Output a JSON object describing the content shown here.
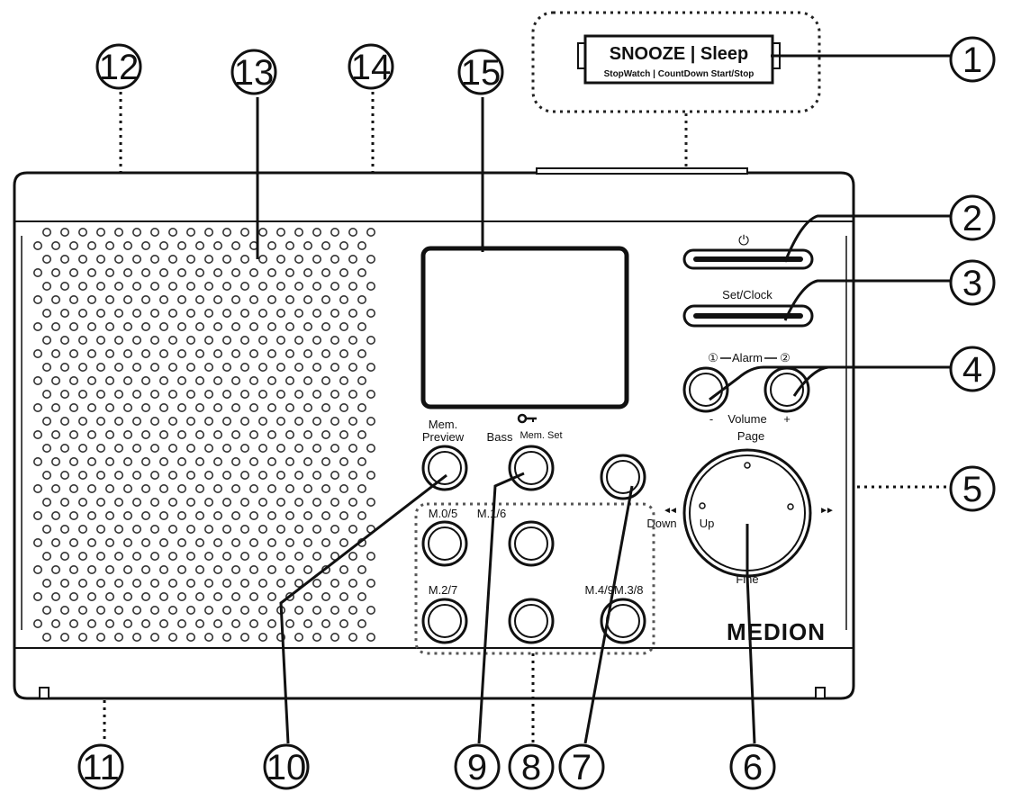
{
  "top_button": {
    "main_label": "SNOOZE | Sleep",
    "sub_label": "StopWatch | CountDown Start/Stop"
  },
  "buttons": {
    "power_symbol": "⏻",
    "set_clock": "Set/Clock",
    "alarm_1": "①",
    "alarm_word": "Alarm",
    "alarm_2": "②",
    "volume_minus": "-",
    "volume_word": "Volume",
    "volume_plus": "+",
    "mem_preview_line1": "Mem.",
    "mem_preview_line2": "Preview",
    "bass": "Bass",
    "mem_set": "Mem. Set",
    "page": "Page",
    "down": "Down",
    "up": "Up",
    "fine": "Fine",
    "m05": "M.0/5",
    "m16": "M.1/6",
    "m27": "M.2/7",
    "m49_m38": "M.4/9M.3/8",
    "rewind": "◄◄",
    "fast_forward": "►►"
  },
  "brand": "MEDION",
  "callouts": [
    "1",
    "2",
    "3",
    "4",
    "5",
    "6",
    "7",
    "8",
    "9",
    "10",
    "11",
    "12",
    "13",
    "14",
    "15"
  ],
  "colors": {
    "ink": "#111111",
    "paper": "#ffffff",
    "dots": "#333333"
  }
}
